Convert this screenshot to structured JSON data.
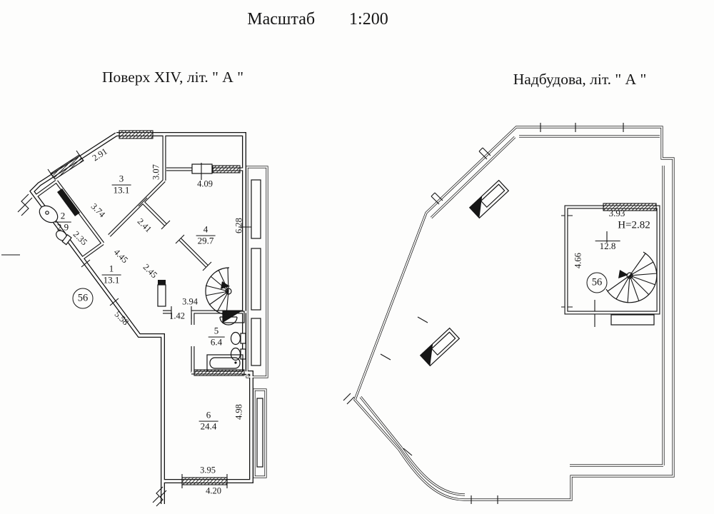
{
  "page": {
    "scale_label": "Масштаб   1:200"
  },
  "left_plan": {
    "title": "Поверх XIV, літ. \" А \"",
    "unit_number": "56",
    "rooms": [
      {
        "number": "1",
        "area": "13.1"
      },
      {
        "number": "2",
        "area": "2.9"
      },
      {
        "number": "3",
        "area": "13.1"
      },
      {
        "number": "4",
        "area": "29.7"
      },
      {
        "number": "5",
        "area": "6.4"
      },
      {
        "number": "6",
        "area": "24.4"
      }
    ],
    "dimensions": {
      "d291": "2.91",
      "d307": "3.07",
      "d409": "4.09",
      "d374": "3.74",
      "d241": "2.41",
      "d628": "6.28",
      "d235": "2.35",
      "d445": "4.45",
      "d245": "2.45",
      "d394": "3.94",
      "d142": "1.42",
      "d558": "5.58",
      "d498": "4.98",
      "d395": "3.95",
      "d420": "4.20"
    }
  },
  "right_plan": {
    "title": "Надбудова, літ. \" А \"",
    "unit_number": "56",
    "room": {
      "area": "12.8",
      "height_label": "H=2.82"
    },
    "dimensions": {
      "d393": "3.93",
      "d466": "4.66"
    }
  }
}
